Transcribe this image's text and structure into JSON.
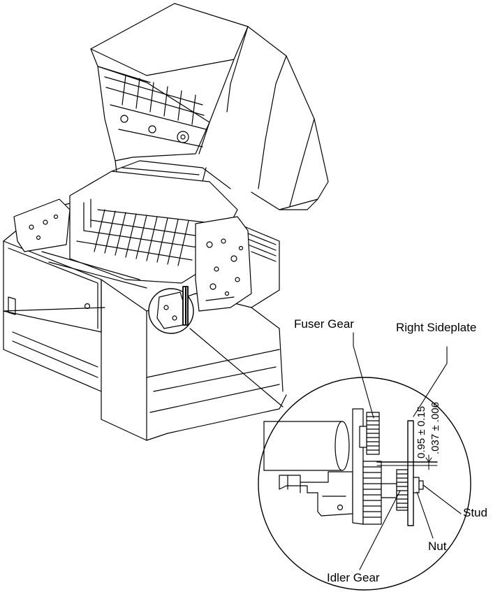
{
  "labels": {
    "fuser_gear": "Fuser Gear",
    "right_sideplate": "Right Sideplate",
    "stud": "Stud",
    "nut": "Nut",
    "idler_gear": "Idler Gear"
  },
  "dimensions": {
    "metric": "0.95 ± 0.15",
    "imperial": ".037 ± .006"
  }
}
